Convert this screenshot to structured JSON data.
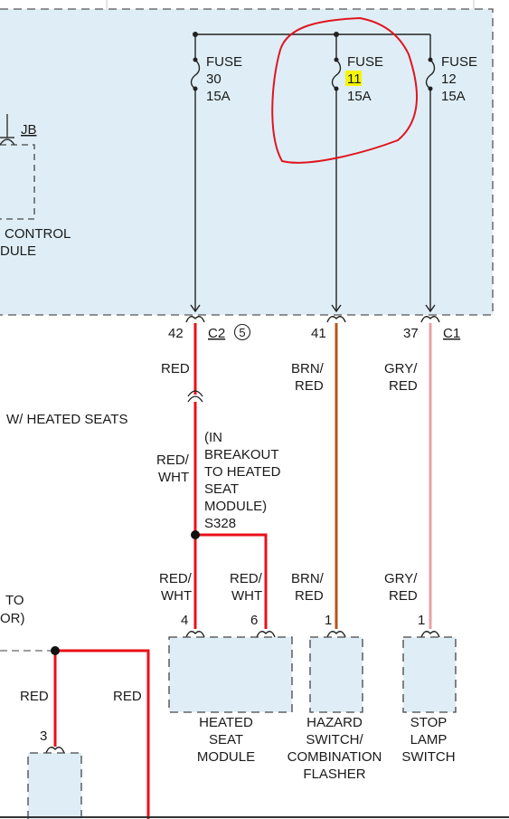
{
  "fuses": [
    {
      "word": "FUSE",
      "number": "30",
      "rating": "15A"
    },
    {
      "word": "FUSE",
      "number": "11",
      "rating": "15A",
      "highlight_color": "#f5f500"
    },
    {
      "word": "FUSE",
      "number": "12",
      "rating": "15A"
    }
  ],
  "junction_block": {
    "ref": "JB",
    "module_line1": "CONTROL",
    "module_line2": "DULE"
  },
  "connectors": {
    "c2": {
      "pin": "42",
      "name": "C2",
      "circle_number": "5"
    },
    "c_mid": {
      "pin": "41"
    },
    "c1": {
      "pin": "37",
      "name": "C1"
    }
  },
  "wires": {
    "red": "RED",
    "brn_red_1": "BRN/",
    "brn_red_2": "RED",
    "gry_red_1": "GRY/",
    "gry_red_2": "RED",
    "red_wht_1": "RED/",
    "red_wht_2": "WHT"
  },
  "option_note": "W/ HEATED SEATS",
  "splice": {
    "line1": "(IN",
    "line2": "BREAKOUT",
    "line3": "TO HEATED",
    "line4": "SEAT",
    "line5": "MODULE)",
    "id": "S328"
  },
  "left_note": {
    "line1": "TO",
    "line2": "OR)"
  },
  "components": {
    "heated_seat": {
      "pin_a": "4",
      "pin_b": "6",
      "line1": "HEATED",
      "line2": "SEAT",
      "line3": "MODULE"
    },
    "hazard": {
      "pin": "1",
      "line1": "HAZARD",
      "line2": "SWITCH/",
      "line3": "COMBINATION",
      "line4": "FLASHER"
    },
    "stop_lamp": {
      "pin": "1",
      "line1": "STOP",
      "line2": "LAMP",
      "line3": "SWITCH"
    },
    "left_component": {
      "pin": "3"
    }
  },
  "colors": {
    "red_wire": "#e8101a",
    "brown_wire": "#b4541a",
    "pink_wire": "#e8a0a6",
    "annotation": "#e0151f",
    "box_fill": "#dfeef6",
    "dash": "#555555"
  }
}
